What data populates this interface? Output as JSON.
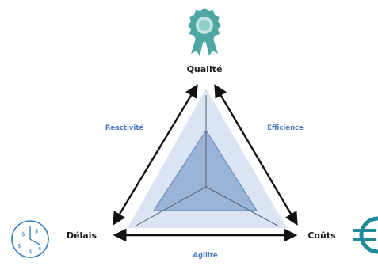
{
  "vertices": {
    "top": "Qualité",
    "left": "Délais",
    "right": "Coûts"
  },
  "edges": {
    "left_edge": "Réactivité",
    "right_edge": "Efficience",
    "bottom_edge": "Agilité"
  },
  "icons": {
    "top": "award-ribbon-icon",
    "left": "clock-money-icon",
    "right": "euro-icon"
  },
  "colors": {
    "outer_fill": "#dbe4f3",
    "inner_fill": "#9bb3d6",
    "inner_stroke": "#6e8fbe",
    "arrow": "#111111",
    "edge_label": "#4a7cc4",
    "icon_teal": "#4ea7a3",
    "icon_teal_light": "#bfe3e0",
    "euro": "#1f8a98",
    "clock": "#3a7fc2"
  }
}
